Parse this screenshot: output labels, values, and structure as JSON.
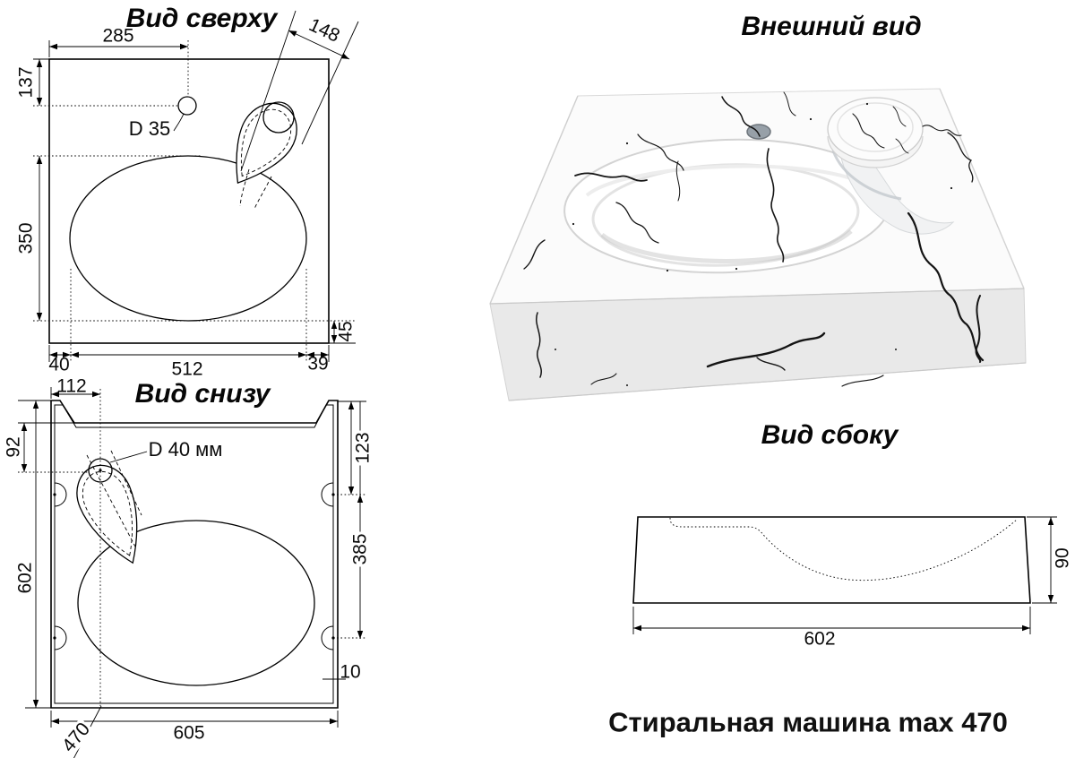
{
  "top_view": {
    "title": "Вид сверху",
    "d285": "285",
    "d137": "137",
    "d35": "D 35",
    "d148": "148",
    "d350": "350",
    "d45": "45",
    "d40": "40",
    "d512": "512",
    "d39": "39"
  },
  "external_view": {
    "title": "Внешний вид"
  },
  "bottom_view": {
    "title": "Вид снизу",
    "d112": "112",
    "d92": "92",
    "d40mm": "D 40 мм",
    "d123": "123",
    "d385": "385",
    "d602": "602",
    "d10": "10",
    "d605": "605",
    "d470": "470"
  },
  "side_view": {
    "title": "Вид сбоку",
    "d602": "602",
    "d90": "90"
  },
  "footer": {
    "note": "Стиральная машина max 470"
  },
  "colors": {
    "line": "#000000",
    "background": "#ffffff",
    "marble_vein": "#141414",
    "faucet_hole": "#97a0a8"
  }
}
